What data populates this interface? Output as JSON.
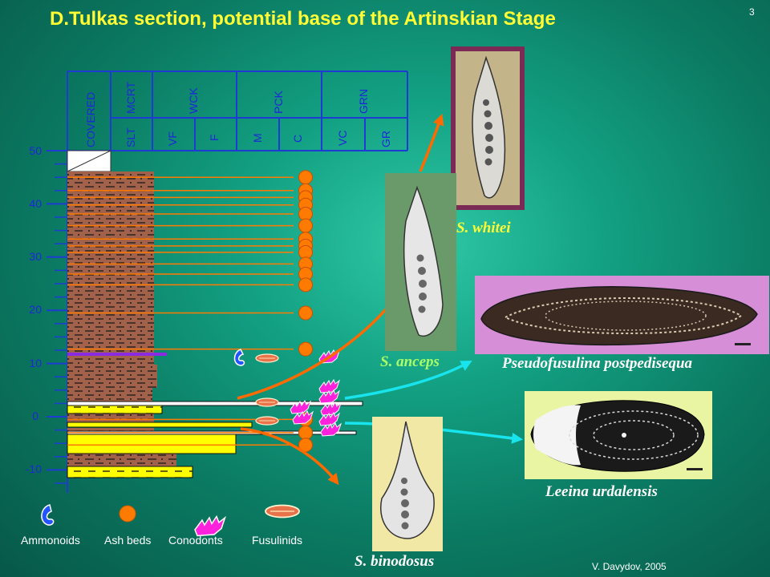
{
  "title": "D.Tulkas section, potential base of the Artinskian Stage",
  "page_number": "3",
  "author": "V. Davydov,  2005",
  "colors": {
    "title": "#ffff33",
    "grid_lines": "#1e3cd2",
    "shale": "#a2614a",
    "tuff": "#ffff00",
    "ash": "#ff7a00",
    "arrow_orange": "#ff6a00",
    "arrow_cyan": "#18e4ee",
    "conodont": "#ff22dd",
    "ammonoid": "#2255ff"
  },
  "grain_size_header": {
    "top_labels": [
      "COVERED",
      "MCRT",
      "WCK",
      "PCK",
      "GRN"
    ],
    "bottom_labels": [
      "SLT",
      "VF",
      "F",
      "M",
      "C",
      "VC",
      "GR"
    ]
  },
  "depth_axis": {
    "ticks": [
      "50",
      "40",
      "30",
      "20",
      "10",
      "0",
      "-10"
    ],
    "range": [
      -15,
      50
    ]
  },
  "ash_bed_levels": [
    45,
    42.5,
    41.2,
    39.8,
    38.1,
    35.9,
    33.4,
    32.1,
    30.9,
    28.7,
    26.8,
    24.8,
    19.5,
    12.7,
    -0.5,
    -3,
    -5.3
  ],
  "legend": [
    {
      "label": "Ammonoids",
      "icon": "ammonoid-icon"
    },
    {
      "label": "Ash beds",
      "icon": "ash-bed-icon"
    },
    {
      "label": "Conodonts",
      "icon": "conodont-icon"
    },
    {
      "label": "Fusulinids",
      "icon": "fusulinid-icon"
    }
  ],
  "specimens": {
    "whitei": "S. whitei",
    "anceps": "S. anceps",
    "binodosus": "S. binodosus",
    "pseudofusulina": "Pseudofusulina  postpedisequa",
    "leeina": "Leeina urdalensis"
  },
  "caption_colors": {
    "whitei": "#ffff33",
    "anceps": "#aaff66",
    "binodosus": "#ffffff",
    "pseudofusulina": "#ffffff",
    "leeina": "#ffffff"
  }
}
